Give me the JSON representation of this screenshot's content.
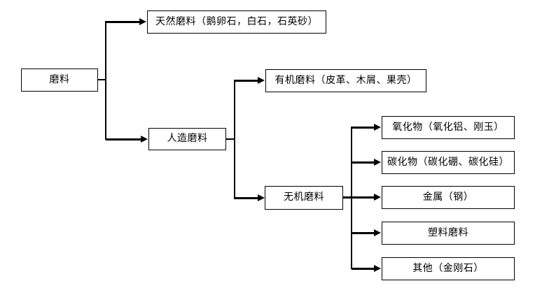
{
  "diagram": {
    "type": "flowchart",
    "orientation": "left-to-right",
    "nodes": {
      "root": {
        "label": "磨料"
      },
      "natural": {
        "label": "天然磨料（鹅卵石，白石，石英砂）"
      },
      "artificial": {
        "label": "人造磨料"
      },
      "organic": {
        "label": "有机磨料（皮革、木屑、果壳）"
      },
      "inorganic": {
        "label": "无机磨料"
      },
      "oxide": {
        "label": "氧化物（氧化铝、刚玉）"
      },
      "carbide": {
        "label": "碳化物（碳化硼、碳化硅）"
      },
      "metal": {
        "label": "金属（钢）"
      },
      "plastic": {
        "label": "塑料磨料"
      },
      "other": {
        "label": "其他（金刚石）"
      }
    },
    "edges": [
      {
        "from": "root",
        "to": "natural"
      },
      {
        "from": "root",
        "to": "artificial"
      },
      {
        "from": "artificial",
        "to": "organic"
      },
      {
        "from": "artificial",
        "to": "inorganic"
      },
      {
        "from": "inorganic",
        "to": "oxide"
      },
      {
        "from": "inorganic",
        "to": "carbide"
      },
      {
        "from": "inorganic",
        "to": "metal"
      },
      {
        "from": "inorganic",
        "to": "plastic"
      },
      {
        "from": "inorganic",
        "to": "other"
      }
    ],
    "colors": {
      "background": "#ffffff",
      "box_fill": "#ffffff",
      "box_border": "#000000",
      "line": "#000000",
      "text": "#000000"
    }
  }
}
